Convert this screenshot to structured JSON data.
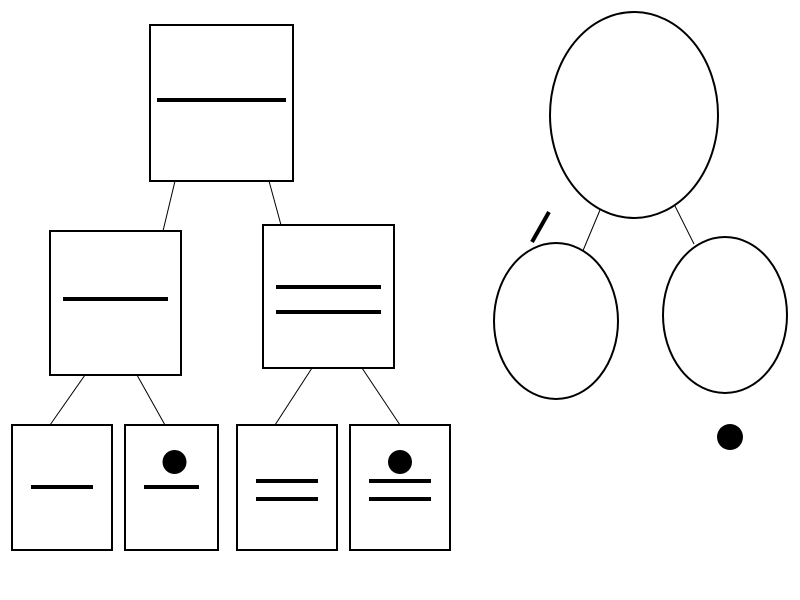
{
  "colors": {
    "background": "#ffffff",
    "stroke": "#000000",
    "fill": "#ffffff",
    "mark": "#000000"
  },
  "left_tree": {
    "nodes": [
      {
        "id": "root",
        "level": 0,
        "bars": 1,
        "dot": false
      },
      {
        "id": "left-child",
        "level": 1,
        "bars": 1,
        "dot": false
      },
      {
        "id": "right-child",
        "level": 1,
        "bars": 2,
        "dot": false
      },
      {
        "id": "leaf-1",
        "level": 2,
        "bars": 1,
        "dot": false
      },
      {
        "id": "leaf-2",
        "level": 2,
        "bars": 1,
        "dot": true
      },
      {
        "id": "leaf-3",
        "level": 2,
        "bars": 2,
        "dot": false
      },
      {
        "id": "leaf-4",
        "level": 2,
        "bars": 2,
        "dot": true
      }
    ],
    "edges": [
      [
        "root",
        "left-child"
      ],
      [
        "root",
        "right-child"
      ],
      [
        "left-child",
        "leaf-1"
      ],
      [
        "left-child",
        "leaf-2"
      ],
      [
        "right-child",
        "leaf-3"
      ],
      [
        "right-child",
        "leaf-4"
      ]
    ]
  },
  "right_tree": {
    "nodes": [
      {
        "id": "root",
        "level": 0
      },
      {
        "id": "left-child",
        "level": 1
      },
      {
        "id": "right-child",
        "level": 1
      }
    ],
    "edges": [
      [
        "root",
        "left-child"
      ],
      [
        "root",
        "right-child"
      ]
    ],
    "marks": [
      {
        "id": "slash-mark",
        "kind": "slash",
        "near": "left-child"
      },
      {
        "id": "dot-mark",
        "kind": "dot",
        "near": "right-child"
      }
    ]
  }
}
